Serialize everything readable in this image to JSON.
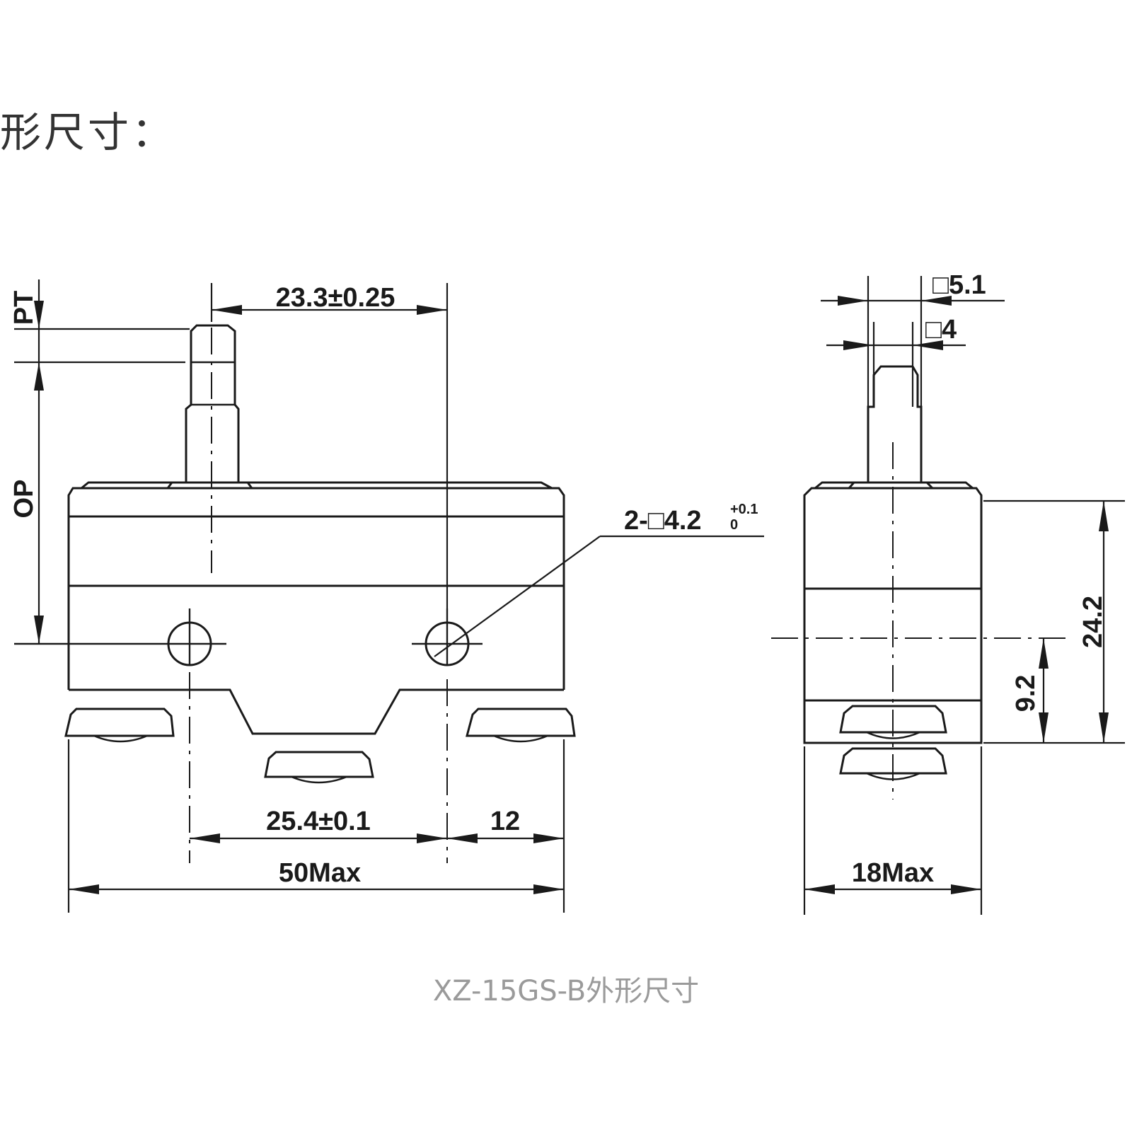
{
  "heading": "形尺寸：",
  "caption": "XZ-15GS-B外形尺寸",
  "dimensions": {
    "plunger_offset": "23.3±0.25",
    "pt": "PT",
    "op": "OP",
    "mount_hole": "2-□4.2",
    "mount_hole_tol_upper": "+0.1",
    "mount_hole_tol_lower": "0",
    "hole_pitch": "25.4±0.1",
    "hole_to_edge": "12",
    "width_max": "50Max",
    "plunger_square_outer": "□5.1",
    "plunger_square_inner": "□4",
    "height": "24.2",
    "hole_height": "9.2",
    "depth_max": "18Max"
  }
}
